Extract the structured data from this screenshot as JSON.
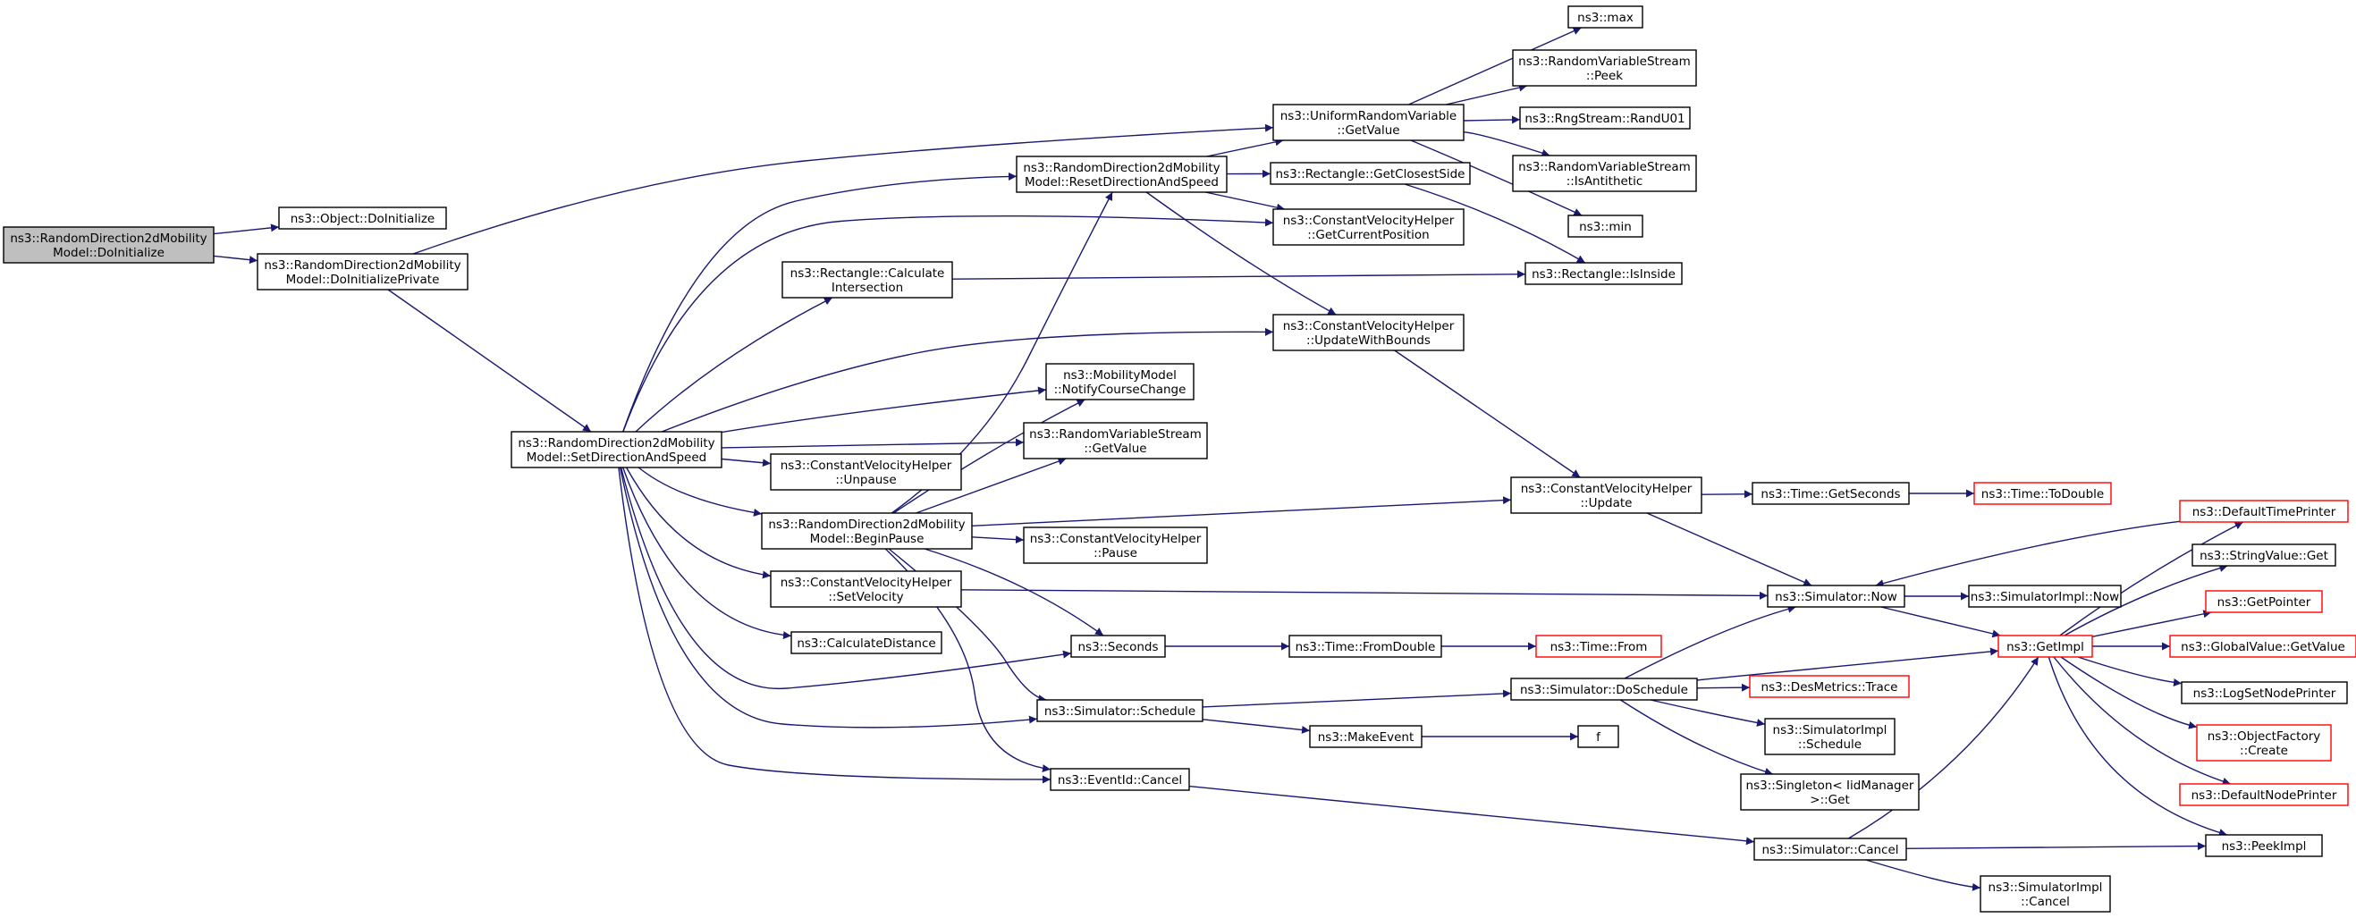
{
  "colors": {
    "edge": "#191970",
    "node_border": "#000000",
    "truncated_border": "#ff0000",
    "root_fill": "#bfbfbf",
    "node_fill": "#ffffff"
  },
  "nodes": {
    "root": {
      "lines": [
        "ns3::RandomDirection2dMobility",
        "Model::DoInitialize"
      ],
      "style": "root"
    },
    "obj_doinit": {
      "lines": [
        "ns3::Object::DoInitialize"
      ]
    },
    "doinitpriv": {
      "lines": [
        "ns3::RandomDirection2dMobility",
        "Model::DoInitializePrivate"
      ]
    },
    "setdir": {
      "lines": [
        "ns3::RandomDirection2dMobility",
        "Model::SetDirectionAndSpeed"
      ]
    },
    "resetdir": {
      "lines": [
        "ns3::RandomDirection2dMobility",
        "Model::ResetDirectionAndSpeed"
      ]
    },
    "urv_get": {
      "lines": [
        "ns3::UniformRandomVariable",
        "::GetValue"
      ]
    },
    "max": {
      "lines": [
        "ns3::max"
      ]
    },
    "rvs_peek": {
      "lines": [
        "ns3::RandomVariableStream",
        "::Peek"
      ]
    },
    "randu01": {
      "lines": [
        "ns3::RngStream::RandU01"
      ]
    },
    "rvs_anti": {
      "lines": [
        "ns3::RandomVariableStream",
        "::IsAntithetic"
      ]
    },
    "min": {
      "lines": [
        "ns3::min"
      ]
    },
    "rect_closest": {
      "lines": [
        "ns3::Rectangle::GetClosestSide"
      ]
    },
    "cvh_getpos": {
      "lines": [
        "ns3::ConstantVelocityHelper",
        "::GetCurrentPosition"
      ]
    },
    "rect_calc": {
      "lines": [
        "ns3::Rectangle::Calculate",
        "Intersection"
      ]
    },
    "rect_inside": {
      "lines": [
        "ns3::Rectangle::IsInside"
      ]
    },
    "cvh_updbounds": {
      "lines": [
        "ns3::ConstantVelocityHelper",
        "::UpdateWithBounds"
      ]
    },
    "mm_notify": {
      "lines": [
        "ns3::MobilityModel",
        "::NotifyCourseChange"
      ]
    },
    "rvs_getvalue": {
      "lines": [
        "ns3::RandomVariableStream",
        "::GetValue"
      ]
    },
    "cvh_unpause": {
      "lines": [
        "ns3::ConstantVelocityHelper",
        "::Unpause"
      ]
    },
    "beginpause": {
      "lines": [
        "ns3::RandomDirection2dMobility",
        "Model::BeginPause"
      ]
    },
    "cvh_pause": {
      "lines": [
        "ns3::ConstantVelocityHelper",
        "::Pause"
      ]
    },
    "cvh_update": {
      "lines": [
        "ns3::ConstantVelocityHelper",
        "::Update"
      ]
    },
    "time_getsec": {
      "lines": [
        "ns3::Time::GetSeconds"
      ]
    },
    "time_todouble": {
      "lines": [
        "ns3::Time::ToDouble"
      ],
      "style": "truncated"
    },
    "cvh_setvel": {
      "lines": [
        "ns3::ConstantVelocityHelper",
        "::SetVelocity"
      ]
    },
    "calcdist": {
      "lines": [
        "ns3::CalculateDistance"
      ]
    },
    "seconds": {
      "lines": [
        "ns3::Seconds"
      ]
    },
    "time_fromdouble": {
      "lines": [
        "ns3::Time::FromDouble"
      ]
    },
    "time_from": {
      "lines": [
        "ns3::Time::From"
      ],
      "style": "truncated"
    },
    "sim_now": {
      "lines": [
        "ns3::Simulator::Now"
      ]
    },
    "simimpl_now": {
      "lines": [
        "ns3::SimulatorImpl::Now"
      ]
    },
    "getimpl": {
      "lines": [
        "ns3::GetImpl"
      ],
      "style": "truncated"
    },
    "deftimeprinter": {
      "lines": [
        "ns3::DefaultTimePrinter"
      ],
      "style": "truncated"
    },
    "strval_get": {
      "lines": [
        "ns3::StringValue::Get"
      ]
    },
    "getpointer": {
      "lines": [
        "ns3::GetPointer"
      ],
      "style": "truncated"
    },
    "globalval": {
      "lines": [
        "ns3::GlobalValue::GetValue"
      ],
      "style": "truncated"
    },
    "logsetnode": {
      "lines": [
        "ns3::LogSetNodePrinter"
      ]
    },
    "objfactory": {
      "lines": [
        "ns3::ObjectFactory",
        "::Create"
      ],
      "style": "truncated"
    },
    "defnodeprinter": {
      "lines": [
        "ns3::DefaultNodePrinter"
      ],
      "style": "truncated"
    },
    "peekimpl": {
      "lines": [
        "ns3::PeekImpl"
      ]
    },
    "sim_sched": {
      "lines": [
        "ns3::Simulator::Schedule"
      ]
    },
    "sim_dosched": {
      "lines": [
        "ns3::Simulator::DoSchedule"
      ]
    },
    "desmetrics": {
      "lines": [
        "ns3::DesMetrics::Trace"
      ],
      "style": "truncated"
    },
    "simimpl_sched": {
      "lines": [
        "ns3::SimulatorImpl",
        "::Schedule"
      ]
    },
    "singleton": {
      "lines": [
        "ns3::Singleton< IidManager",
        " >::Get"
      ]
    },
    "makeevent": {
      "lines": [
        "ns3::MakeEvent"
      ]
    },
    "f": {
      "lines": [
        "f"
      ]
    },
    "eventid_cancel": {
      "lines": [
        "ns3::EventId::Cancel"
      ]
    },
    "sim_cancel": {
      "lines": [
        "ns3::Simulator::Cancel"
      ]
    },
    "simimpl_cancel": {
      "lines": [
        "ns3::SimulatorImpl",
        "::Cancel"
      ]
    }
  },
  "edges": [
    [
      "root",
      "obj_doinit"
    ],
    [
      "root",
      "doinitpriv"
    ],
    [
      "doinitpriv",
      "urv_get"
    ],
    [
      "doinitpriv",
      "setdir"
    ],
    [
      "setdir",
      "resetdir"
    ],
    [
      "setdir",
      "cvh_getpos"
    ],
    [
      "setdir",
      "rect_calc"
    ],
    [
      "setdir",
      "cvh_updbounds"
    ],
    [
      "setdir",
      "mm_notify"
    ],
    [
      "setdir",
      "rvs_getvalue"
    ],
    [
      "setdir",
      "cvh_unpause"
    ],
    [
      "setdir",
      "beginpause"
    ],
    [
      "setdir",
      "cvh_setvel"
    ],
    [
      "setdir",
      "calcdist"
    ],
    [
      "setdir",
      "seconds"
    ],
    [
      "setdir",
      "sim_sched"
    ],
    [
      "setdir",
      "eventid_cancel"
    ],
    [
      "resetdir",
      "urv_get"
    ],
    [
      "resetdir",
      "rect_closest"
    ],
    [
      "resetdir",
      "cvh_getpos"
    ],
    [
      "resetdir",
      "cvh_updbounds"
    ],
    [
      "urv_get",
      "max"
    ],
    [
      "urv_get",
      "rvs_peek"
    ],
    [
      "urv_get",
      "randu01"
    ],
    [
      "urv_get",
      "rvs_anti"
    ],
    [
      "urv_get",
      "min"
    ],
    [
      "rect_closest",
      "rect_inside"
    ],
    [
      "rect_calc",
      "rect_inside"
    ],
    [
      "cvh_updbounds",
      "cvh_update"
    ],
    [
      "beginpause",
      "resetdir"
    ],
    [
      "beginpause",
      "mm_notify"
    ],
    [
      "beginpause",
      "rvs_getvalue"
    ],
    [
      "beginpause",
      "cvh_update"
    ],
    [
      "beginpause",
      "cvh_pause"
    ],
    [
      "beginpause",
      "seconds"
    ],
    [
      "beginpause",
      "sim_sched"
    ],
    [
      "beginpause",
      "eventid_cancel"
    ],
    [
      "cvh_update",
      "time_getsec"
    ],
    [
      "cvh_update",
      "sim_now"
    ],
    [
      "time_getsec",
      "time_todouble"
    ],
    [
      "cvh_setvel",
      "sim_now"
    ],
    [
      "sim_now",
      "simimpl_now"
    ],
    [
      "sim_now",
      "getimpl"
    ],
    [
      "deftimeprinter",
      "sim_now"
    ],
    [
      "getimpl",
      "deftimeprinter"
    ],
    [
      "getimpl",
      "strval_get"
    ],
    [
      "getimpl",
      "getpointer"
    ],
    [
      "getimpl",
      "globalval"
    ],
    [
      "getimpl",
      "logsetnode"
    ],
    [
      "getimpl",
      "objfactory"
    ],
    [
      "getimpl",
      "defnodeprinter"
    ],
    [
      "getimpl",
      "peekimpl"
    ],
    [
      "seconds",
      "time_fromdouble"
    ],
    [
      "time_fromdouble",
      "time_from"
    ],
    [
      "sim_sched",
      "sim_dosched"
    ],
    [
      "sim_sched",
      "makeevent"
    ],
    [
      "sim_dosched",
      "sim_now"
    ],
    [
      "sim_dosched",
      "getimpl"
    ],
    [
      "sim_dosched",
      "desmetrics"
    ],
    [
      "sim_dosched",
      "simimpl_sched"
    ],
    [
      "sim_dosched",
      "singleton"
    ],
    [
      "makeevent",
      "f"
    ],
    [
      "eventid_cancel",
      "sim_cancel"
    ],
    [
      "sim_cancel",
      "getimpl"
    ],
    [
      "sim_cancel",
      "peekimpl"
    ],
    [
      "sim_cancel",
      "simimpl_cancel"
    ]
  ]
}
